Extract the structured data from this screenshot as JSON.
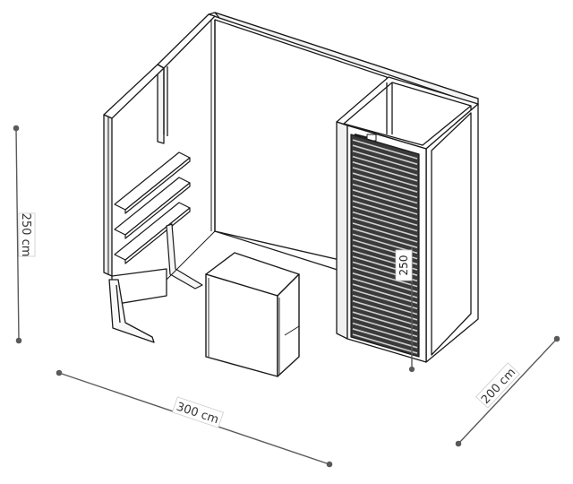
{
  "dimensions": {
    "height_label": "250 cm",
    "width_label": "300 cm",
    "depth_label": "200 cm",
    "door_height_label": "250"
  },
  "colors": {
    "line": "#1a1a1a",
    "dimension_line": "#5a5a5a",
    "background": "#ffffff"
  }
}
